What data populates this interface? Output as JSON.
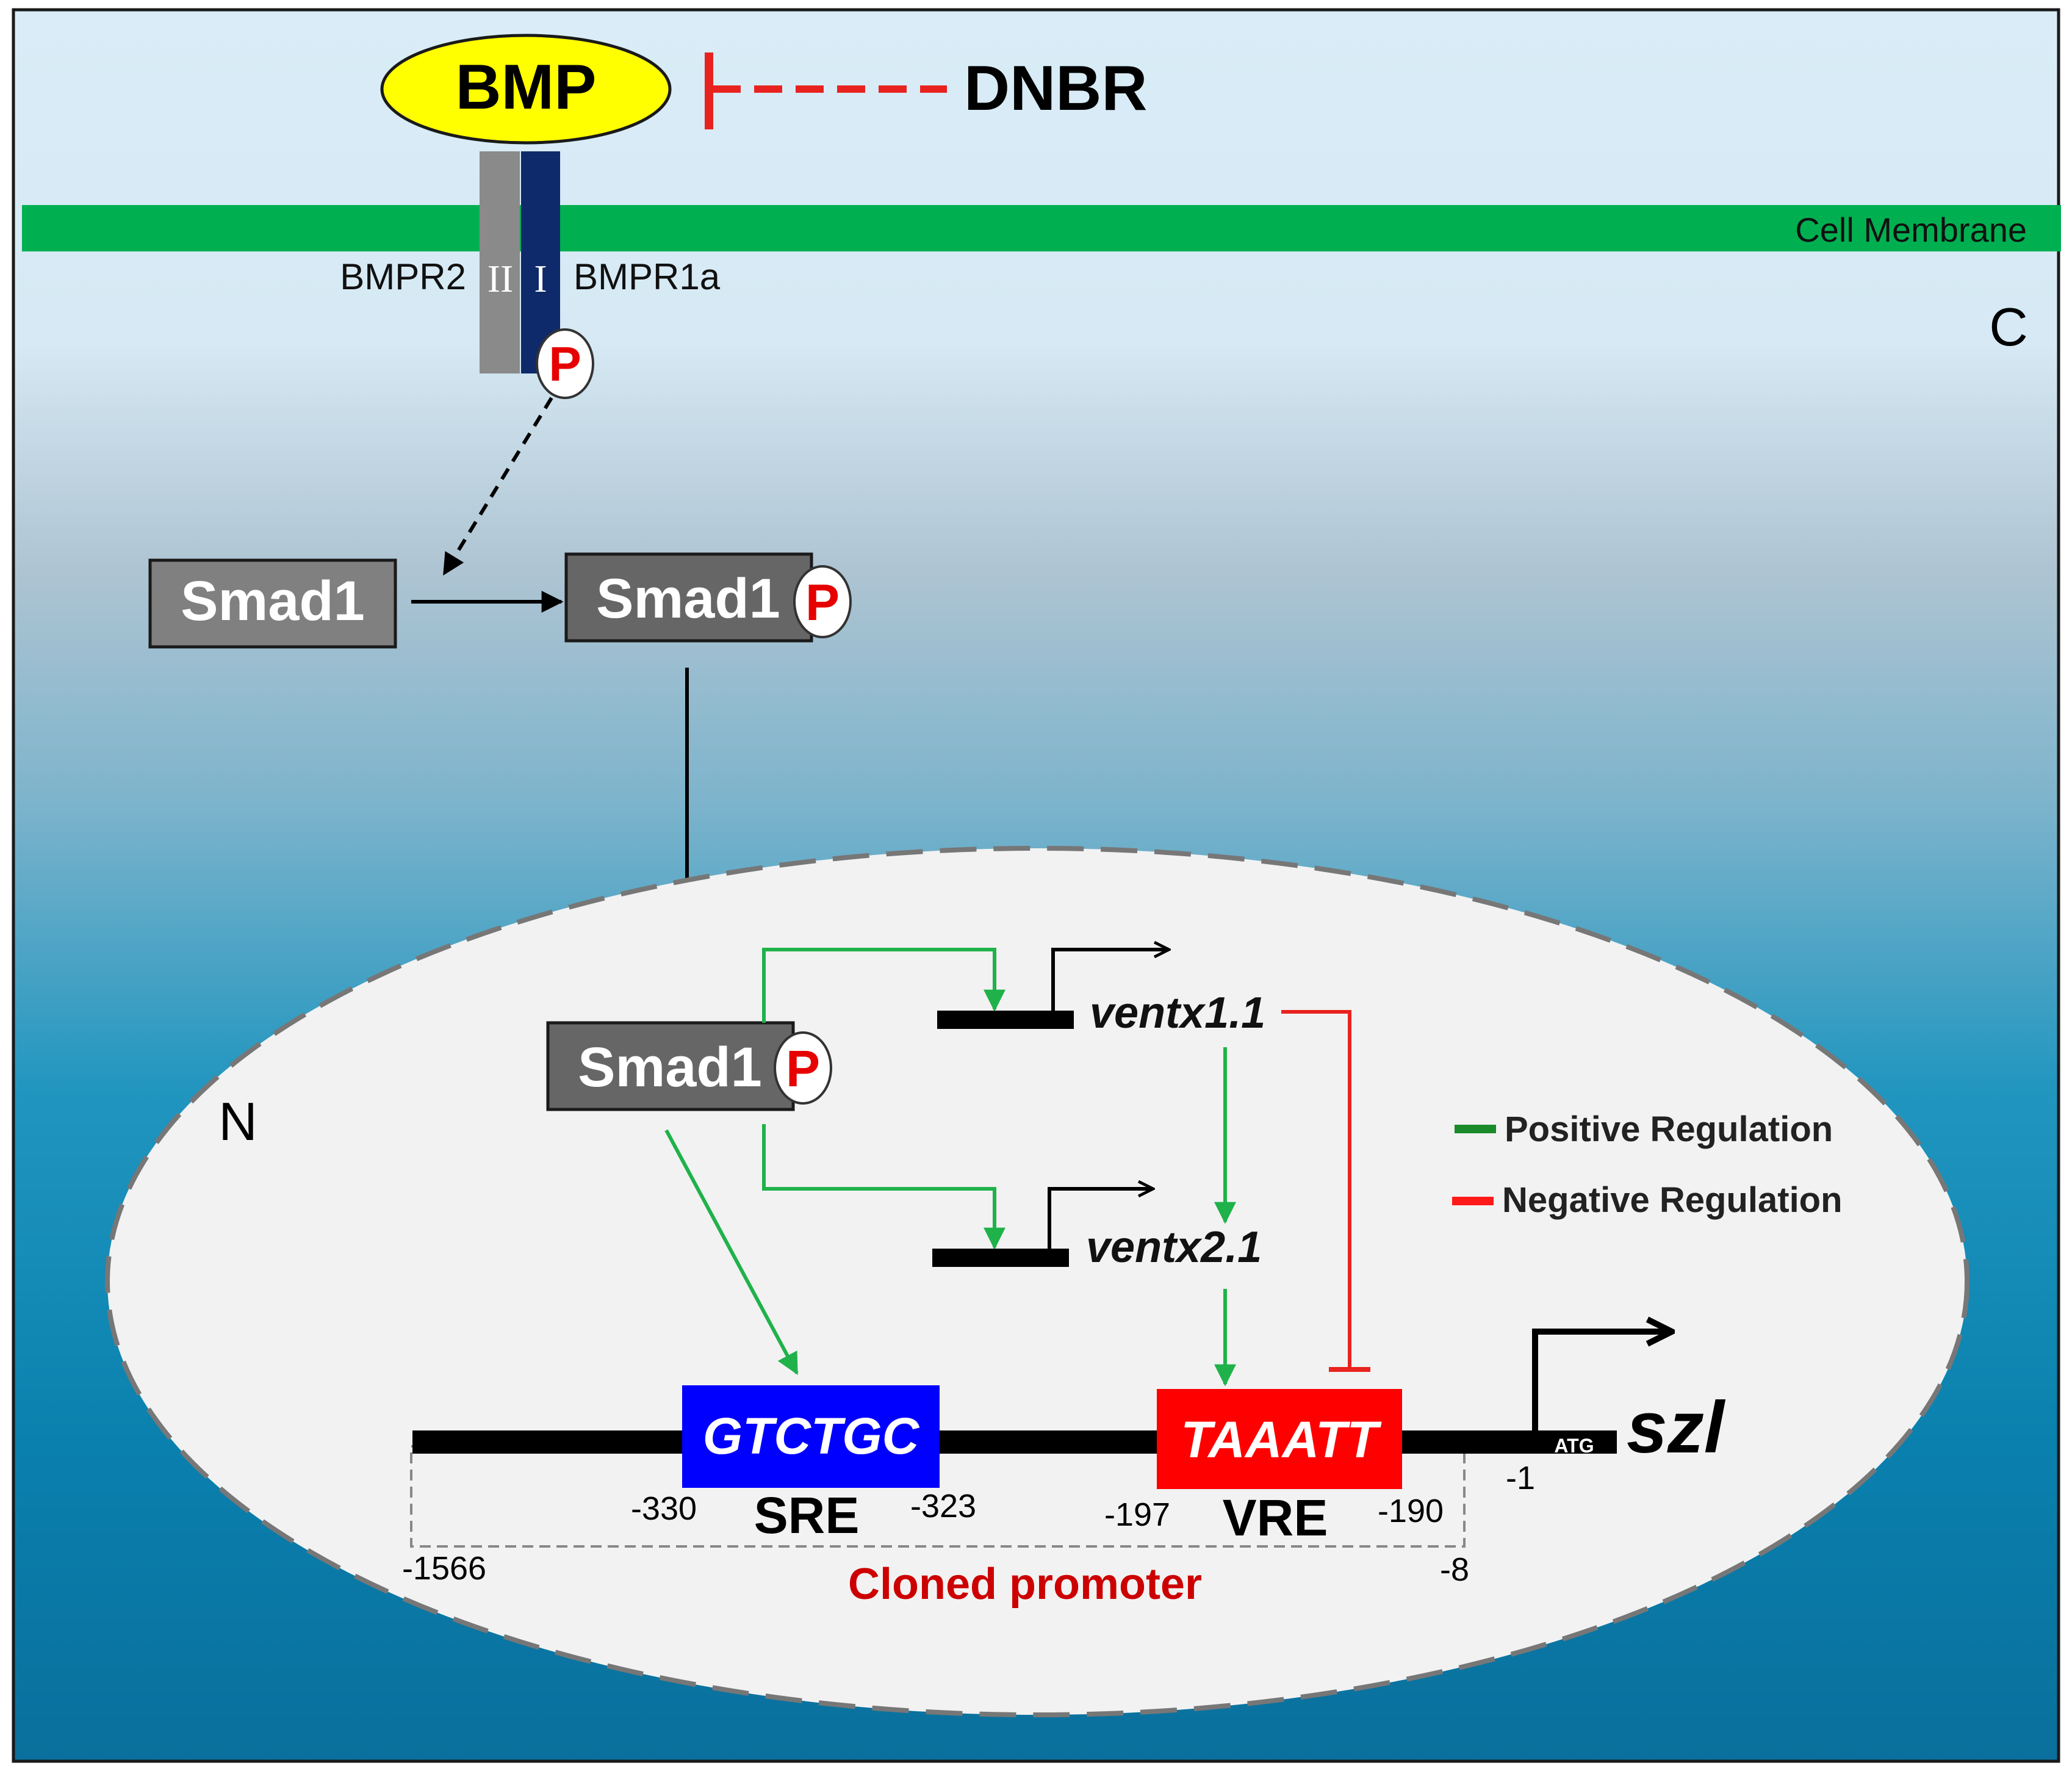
{
  "ligand": {
    "label": "BMP",
    "inhibitor": "DNBR"
  },
  "membrane": {
    "label": "Cell Membrane"
  },
  "receptors": {
    "type2_label": "BMPR2",
    "type2_numeral": "II",
    "type1_numeral": "I",
    "type1_label": "BMPR1a"
  },
  "phospho": {
    "label": "P"
  },
  "compartments": {
    "cytoplasm": "C",
    "nucleus": "N"
  },
  "smad": {
    "label": "Smad1"
  },
  "genes": {
    "ventx11": "ventx1.1",
    "ventx21": "ventx2.1",
    "target": "szl"
  },
  "legend": {
    "positive": "Positive Regulation",
    "negative": "Negative Regulation",
    "positive_color": "#1a8a2a",
    "negative_color": "#ff1a1a"
  },
  "promoter": {
    "sre_seq": "GTCTGC",
    "sre_label": "SRE",
    "sre_start": "-330",
    "sre_end": "-323",
    "vre_seq": "TAAATT",
    "vre_label": "VRE",
    "vre_start": "-197",
    "vre_end": "-190",
    "cloned_label": "Cloned promoter",
    "cloned_start": "-1566",
    "cloned_end": "-8",
    "tss": "-1",
    "atg": "ATG"
  },
  "colors": {
    "membrane": "#00b050",
    "sre_box": "#0000ff",
    "vre_box": "#ff0000",
    "ligand_fill": "#ffff00",
    "smad_fill": "#808080",
    "receptor1": "#0f2a6b",
    "receptor2": "#8a8a8a",
    "positive_arrow": "#1fb24a",
    "negative_arrow": "#e8231f",
    "cloned_text": "#cc0000"
  }
}
